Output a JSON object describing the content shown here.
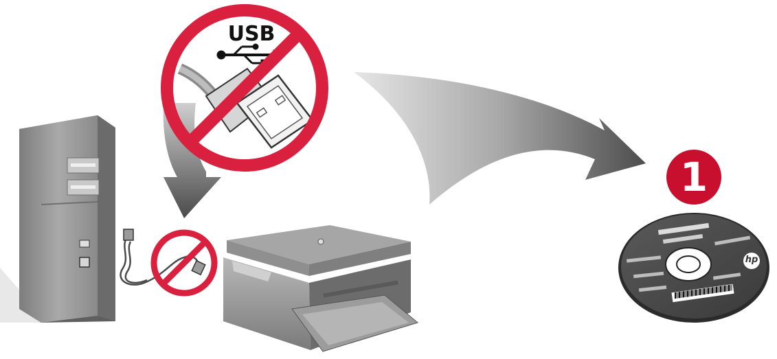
{
  "usb_label": "USB",
  "step_number": "1",
  "cd_logo": "hp",
  "colors": {
    "prohibition_red": "#d9203f",
    "arrow_dark": "#555555",
    "arrow_light": "#cfcfcf",
    "badge_red": "#c8102e",
    "device_gray": "#8c8c8c"
  },
  "icons": [
    "computer-tower-icon",
    "ethernet-cable-icon",
    "printer-icon",
    "usb-plug-icon",
    "prohibition-icon",
    "curved-arrow-icon",
    "cd-disc-icon"
  ]
}
